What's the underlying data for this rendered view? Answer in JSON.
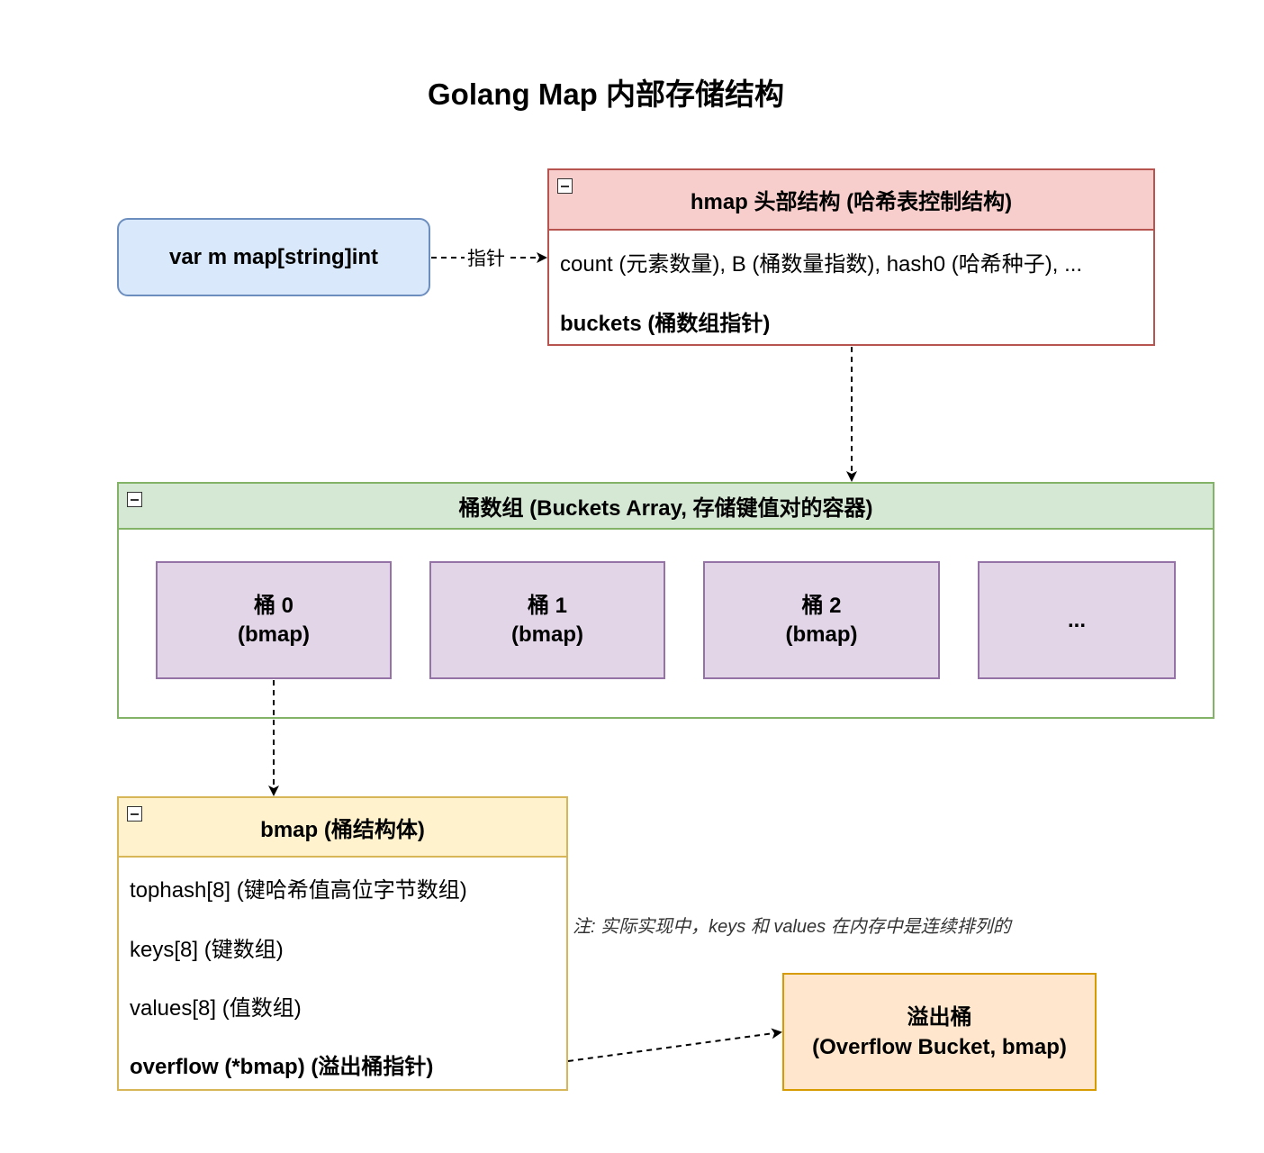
{
  "title": "Golang Map 内部存储结构",
  "var_node": "var m map[string]int",
  "pointer_label": "指针",
  "hmap": {
    "header": "hmap 头部结构 (哈希表控制结构)",
    "fields": [
      {
        "text": "count (元素数量), B (桶数量指数), hash0 (哈希种子), ...",
        "bold": false
      },
      {
        "text": "buckets (桶数组指针)",
        "bold": true
      }
    ]
  },
  "buckets_array": {
    "header": "桶数组 (Buckets Array, 存储键值对的容器)",
    "items": [
      "桶 0\n(bmap)",
      "桶 1\n(bmap)",
      "桶 2\n(bmap)",
      "..."
    ]
  },
  "bmap": {
    "header": "bmap (桶结构体)",
    "fields": [
      {
        "text": "tophash[8] (键哈希值高位字节数组)",
        "bold": false
      },
      {
        "text": "keys[8] (键数组)",
        "bold": false
      },
      {
        "text": "values[8] (值数组)",
        "bold": false
      },
      {
        "text": "overflow (*bmap) (溢出桶指针)",
        "bold": true
      }
    ]
  },
  "note": "注: 实际实现中，keys 和 values 在内存中是连续排列的",
  "overflow_bucket": "溢出桶\n(Overflow Bucket, bmap)",
  "colors": {
    "var_fill": "#dae8fc",
    "var_stroke": "#6c8ebf",
    "hmap_fill": "#f8cecc",
    "hmap_stroke": "#b85450",
    "buckets_fill": "#d5e8d4",
    "buckets_stroke": "#82b366",
    "bucket_fill": "#e1d5e7",
    "bucket_stroke": "#9673a6",
    "bmap_fill": "#fff2cc",
    "bmap_stroke": "#d6b656",
    "overflow_fill": "#ffe6cc",
    "overflow_stroke": "#d79b00"
  }
}
